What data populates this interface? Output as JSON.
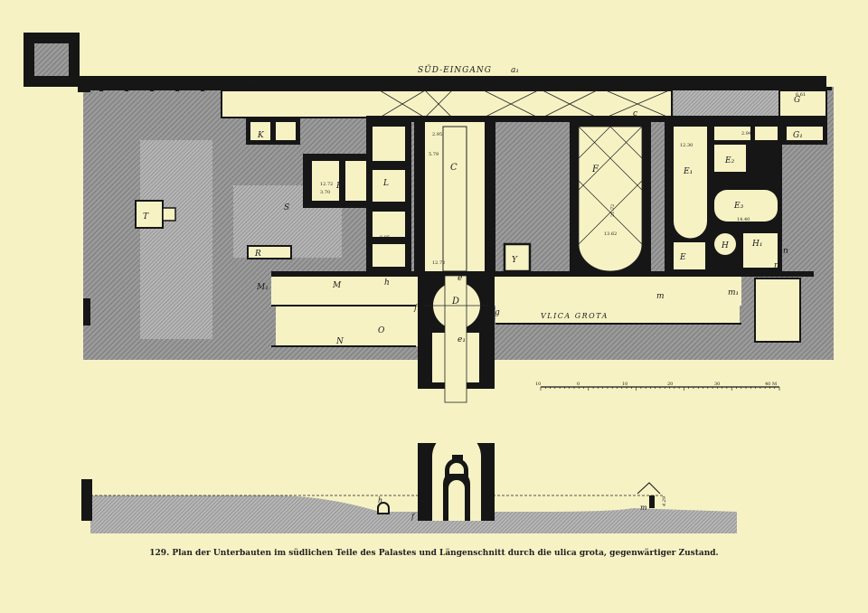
{
  "plan": {
    "entrance_label": "SÜD-EINGANG",
    "street_label": "VLICA GROTA",
    "room_labels": {
      "a": "a",
      "a1": "a₁",
      "K": "K",
      "S": "S",
      "T": "T",
      "R": "R",
      "P": "P",
      "L": "L",
      "C": "C",
      "F": "F",
      "E1": "E₁",
      "E2": "E₂",
      "E3": "E₃",
      "E": "E",
      "H": "H",
      "H1": "H₁",
      "G": "G",
      "G1": "G₁",
      "c": "c",
      "M": "M",
      "M1": "M₁",
      "N": "N",
      "O": "O",
      "h": "h",
      "D": "D",
      "f": "f",
      "g": "g",
      "e": "e",
      "e1": "e₁",
      "m": "m",
      "m1": "m₁",
      "n": "n",
      "n1": "n",
      "Y": "Y"
    },
    "dimensions": {
      "d1": "12.72",
      "d2": "3.70",
      "d3": "2.95",
      "d4": "12.72",
      "d5": "21.72",
      "d6": "13.62",
      "d7": "14.40",
      "d8": "12.30",
      "d9": "8.85",
      "d10": "2.94",
      "d11": "6.61",
      "d12": "5.79"
    }
  },
  "scale_bar": {
    "labels": [
      "10",
      "0",
      "10",
      "20",
      "30",
      "40 M"
    ]
  },
  "section": {
    "labels": {
      "h": "h",
      "f": "f",
      "m": "m",
      "height": "4.29"
    }
  },
  "caption": "129. Plan der Unterbauten im südlichen Teile des Palastes und Längenschnitt durch die ulica grota, gegenwärtiger Zustand.",
  "colors": {
    "paper": "#f6f2c4",
    "wall": "#161616",
    "hatch": "#8f8f8f",
    "corridor": "#f6f2c4"
  }
}
